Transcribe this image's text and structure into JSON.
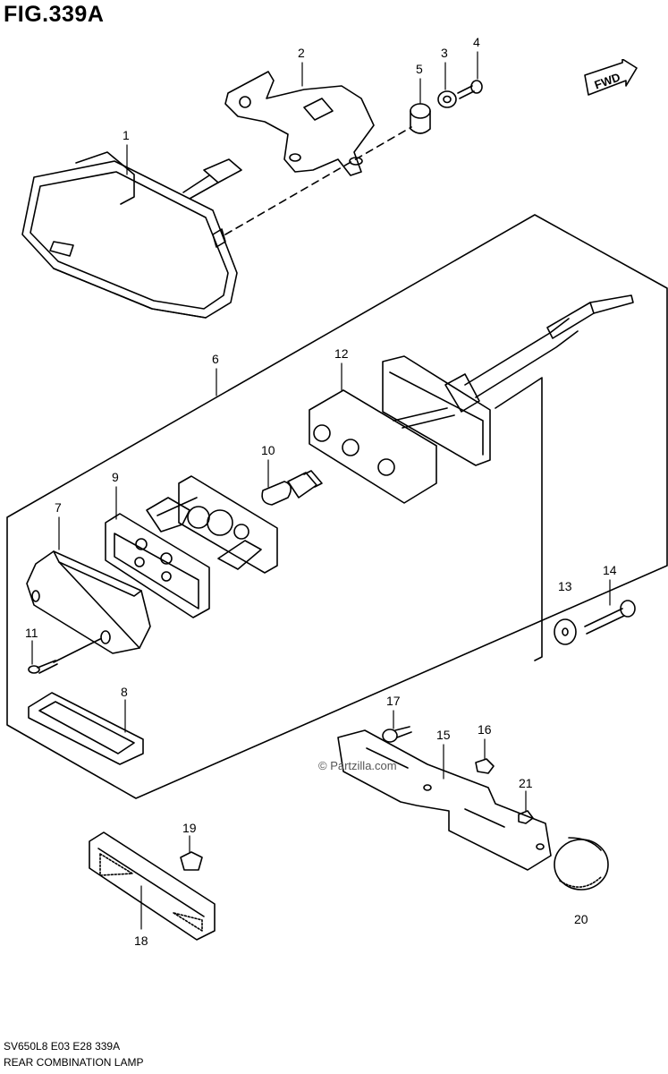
{
  "figure": {
    "title": "FIG.339A",
    "model_code": "SV650L8  E03  E28  339A",
    "name": "REAR COMBINATION LAMP",
    "direction_tag": "FWD",
    "watermark": "© Partzilla.com"
  },
  "callouts": [
    "1",
    "2",
    "3",
    "4",
    "5",
    "6",
    "7",
    "8",
    "9",
    "10",
    "11",
    "12",
    "13",
    "14",
    "15",
    "16",
    "17",
    "18",
    "19",
    "20",
    "21"
  ]
}
